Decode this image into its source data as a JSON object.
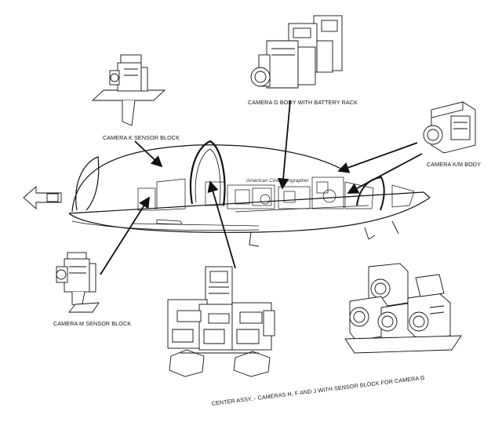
{
  "labels": {
    "camera_g_body": "CAMERA G BODY WITH BATTERY RACK",
    "camera_k_sensor": "CAMERA K SENSOR BLOCK",
    "camera_km_body": "CAMERA K/M BODY",
    "camera_m_sensor": "CAMERA M SENSOR BLOCK",
    "center_assy": "CENTER ASSY, - CAMERAS H, F AND J WITH SENSOR BLOCK FOR CAMERA G"
  },
  "watermark": "American Cinematographer",
  "colors": {
    "line": "#111111",
    "background": "#ffffff"
  }
}
